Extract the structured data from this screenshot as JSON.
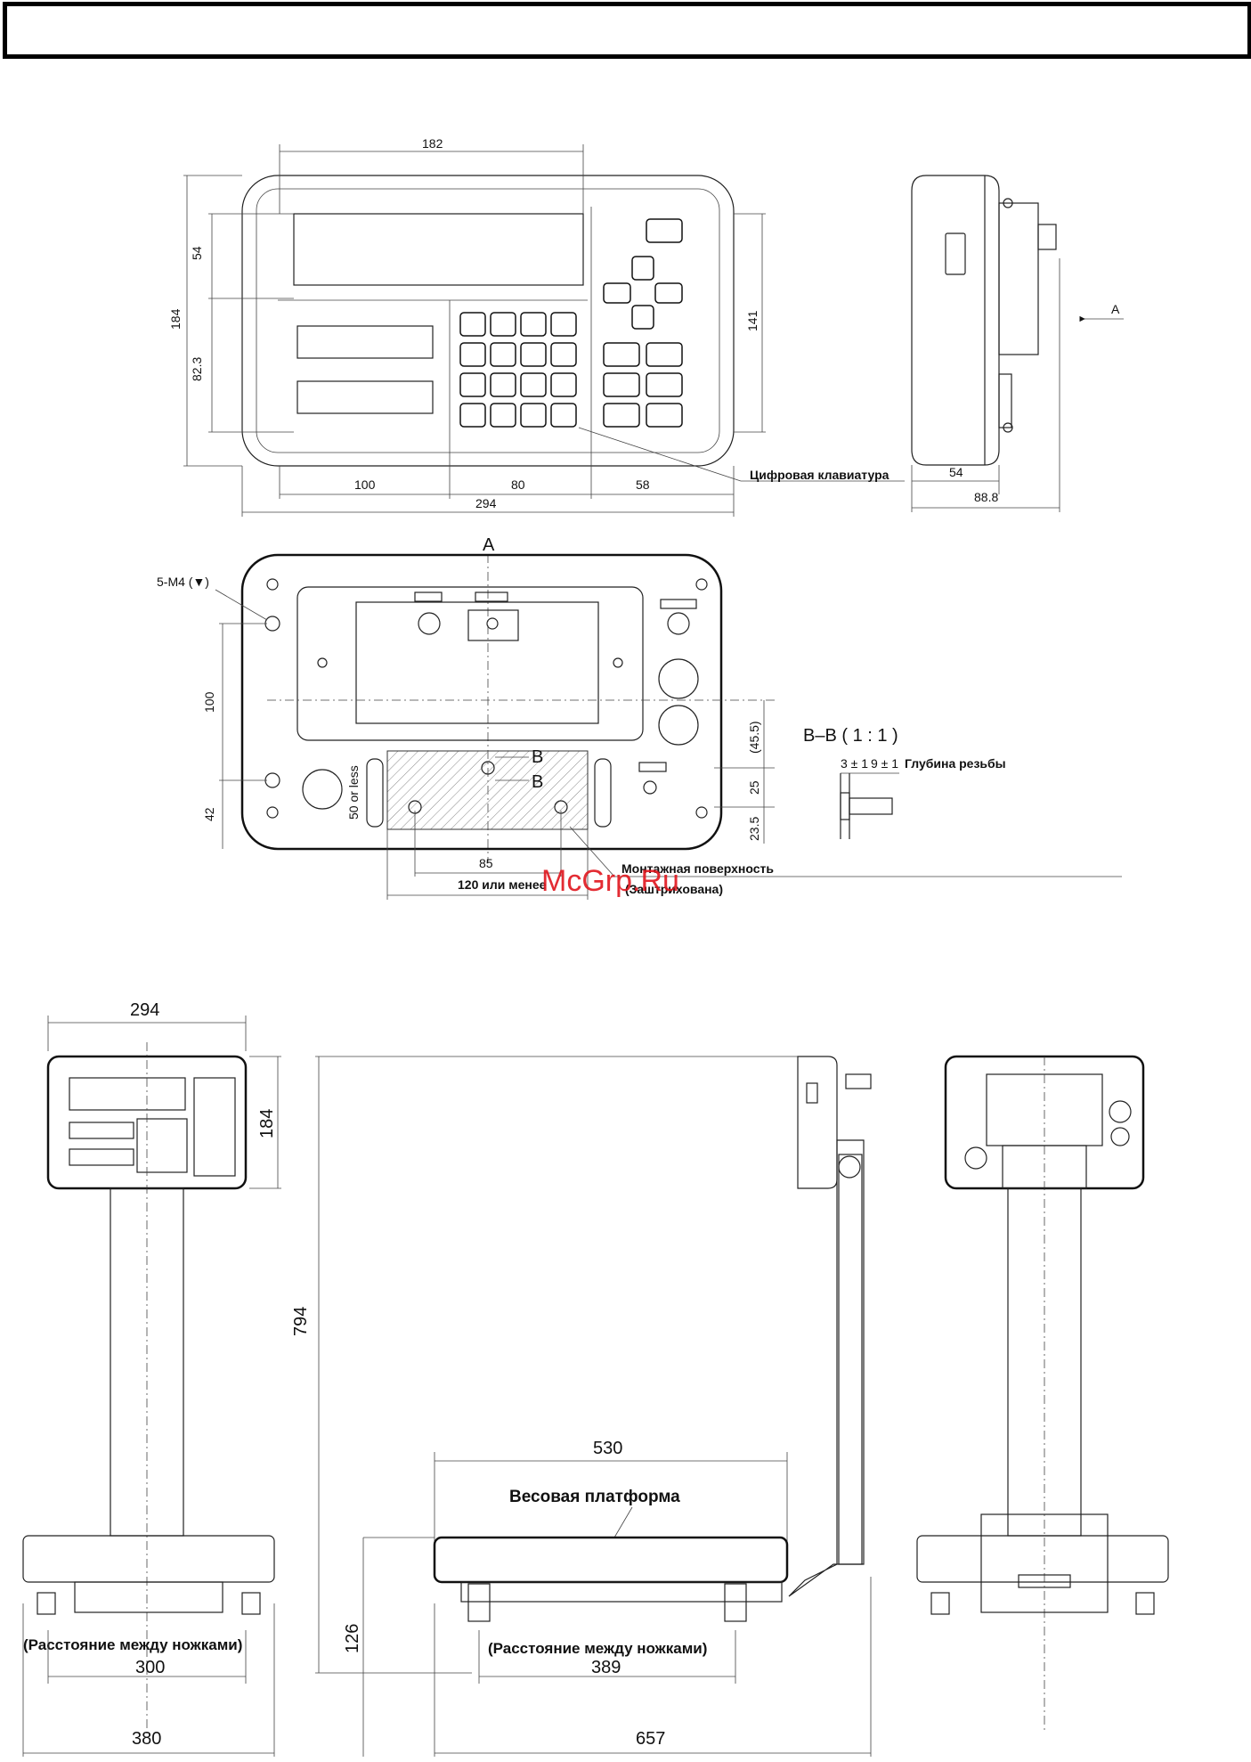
{
  "header": {
    "title": ""
  },
  "front_view": {
    "dims": {
      "top_width": "182",
      "screen_height": "54",
      "total_height": "184",
      "lower_height": "82.3",
      "right_height": "141",
      "seg_left": "100",
      "seg_mid": "80",
      "seg_right": "58",
      "total_width": "294"
    },
    "keypad_label": "Цифровая клавиатура"
  },
  "side_view": {
    "dims": {
      "depth": "54",
      "total_depth": "88.8"
    },
    "arrow_label": "A"
  },
  "rear_view": {
    "section_label": "A",
    "screw_label": "5-M4 (▼)",
    "dims": {
      "vertical_100": "100",
      "vertical_42": "42",
      "side_50": "50 or less",
      "right_455": "(45.5)",
      "right_25": "25",
      "right_235": "23.5",
      "bottom_85": "85",
      "bottom_120": "120 или менее"
    },
    "b_marker": "B",
    "mounting_label_line1": "Монтажная поверхность",
    "mounting_label_line2": "(Заштрихована)"
  },
  "section_bb": {
    "title": "B–B ( 1 : 1 )",
    "dim_a": "3 ± 1",
    "dim_b": "9 ± 1",
    "thread_label": "Глубина резьбы"
  },
  "watermark": "McGrp.Ru",
  "scale_front": {
    "width_top": "294",
    "height_right": "184",
    "leg_label": "(Расстояние между ножками)",
    "leg_dim": "300",
    "base_dim": "380"
  },
  "scale_side": {
    "height": "794",
    "base_height": "126",
    "platform_width": "530",
    "platform_label": "Весовая платформа",
    "leg_label": "(Расстояние между ножками)",
    "leg_dim": "389",
    "total_depth": "657"
  }
}
